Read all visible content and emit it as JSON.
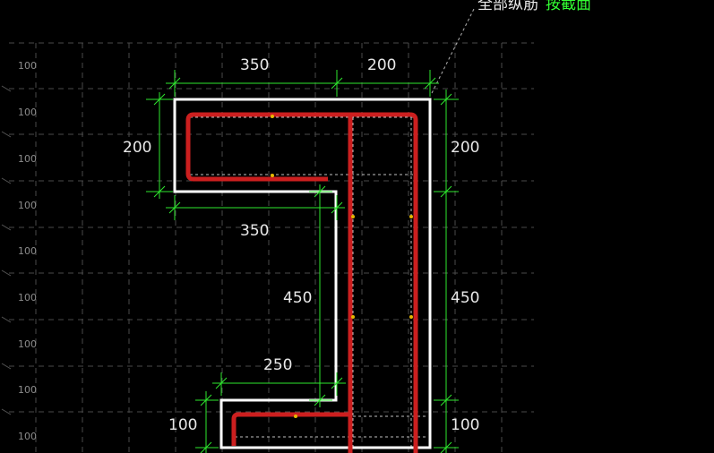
{
  "annotation": {
    "label": "全部纵筋",
    "value": "按截面"
  },
  "grid": {
    "row_labels": [
      "100",
      "100",
      "100",
      "100",
      "100",
      "100",
      "100",
      "100",
      "100"
    ]
  },
  "dimensions": {
    "top_left_width": "350",
    "top_right_width": "200",
    "left_flange_height": "200",
    "right_top_height": "200",
    "flange_bottom_width": "350",
    "web_left_height": "450",
    "right_middle_height": "450",
    "bottom_flange_width": "250",
    "bottom_left_height": "100",
    "right_bottom_height": "100"
  },
  "colors": {
    "background": "#000000",
    "outline": "#ffffff",
    "rebar": "#cc1f1f",
    "dimension": "#2ee82e",
    "grid": "#4a4a4a",
    "rebar_point": "#e6b800"
  }
}
